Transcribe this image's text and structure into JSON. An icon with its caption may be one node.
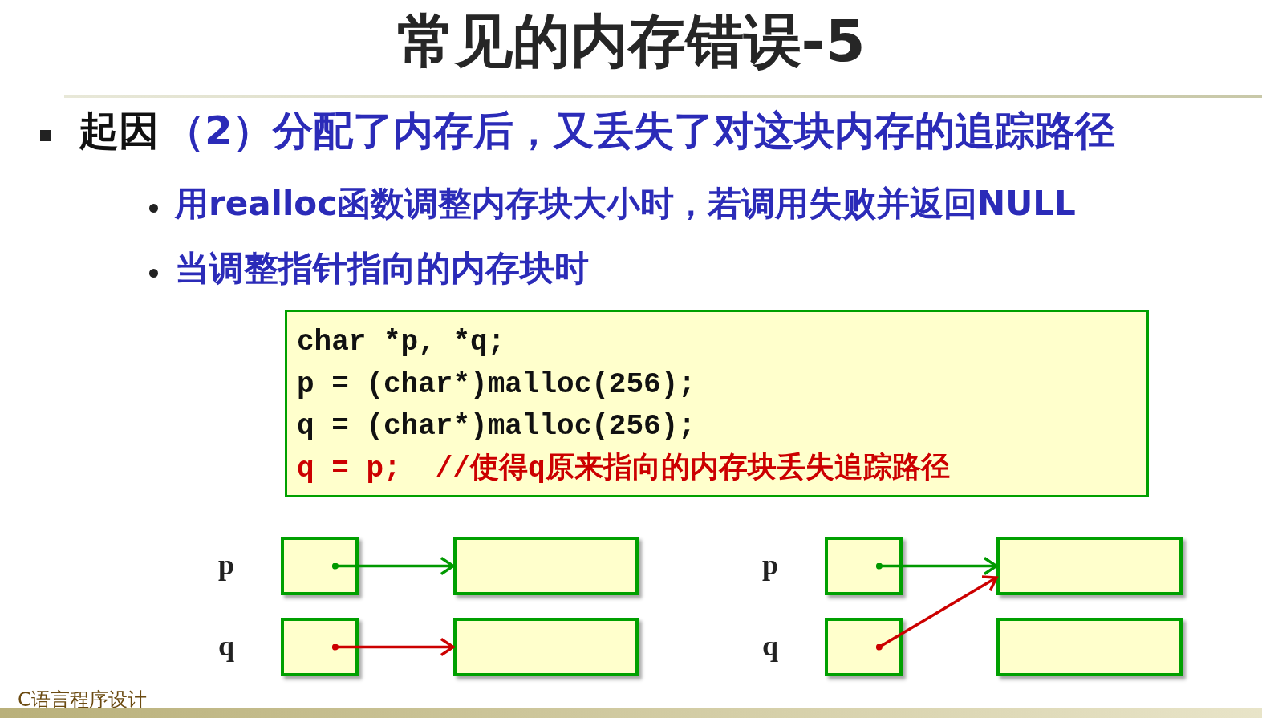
{
  "diagram": {
    "title": "常见的内存错误-5",
    "nodes": [
      {
        "text": [
          "char *p, *q;",
          "p = (char*)malloc(256);",
          "q = (char*)malloc(256);",
          "q = p;  //使得q原来指向的内存块丢失追踪路径"
        ]
      },
      {
        "text": [],
        "shape": "box",
        "beside": [
          "p"
        ]
      },
      {
        "text": [],
        "shape": "box"
      },
      {
        "text": [],
        "shape": "box",
        "beside": [
          "q"
        ]
      },
      {
        "text": [],
        "shape": "box"
      },
      {
        "text": [],
        "shape": "box",
        "beside": [
          "p"
        ]
      },
      {
        "text": [],
        "shape": "box"
      },
      {
        "text": [],
        "shape": "box",
        "beside": [
          "q"
        ]
      },
      {
        "text": [],
        "shape": "box"
      }
    ],
    "edges": [
      {
        "from": 1,
        "to": 2,
        "arrow": "to"
      },
      {
        "from": 3,
        "to": 4,
        "arrow": "to",
        "color": "#cc0000"
      },
      {
        "from": 5,
        "to": 6,
        "arrow": "to"
      },
      {
        "from": 7,
        "to": 6,
        "arrow": "to",
        "color": "#cc0000"
      }
    ],
    "labels": [
      "起因",
      "（2）分配了内存后，又丢失了对这块内存的追踪路径",
      "用realloc函数调整内存块大小时，若调用失败并返回NULL",
      "当调整指针指向的内存块时",
      "C语言程序设计"
    ]
  }
}
